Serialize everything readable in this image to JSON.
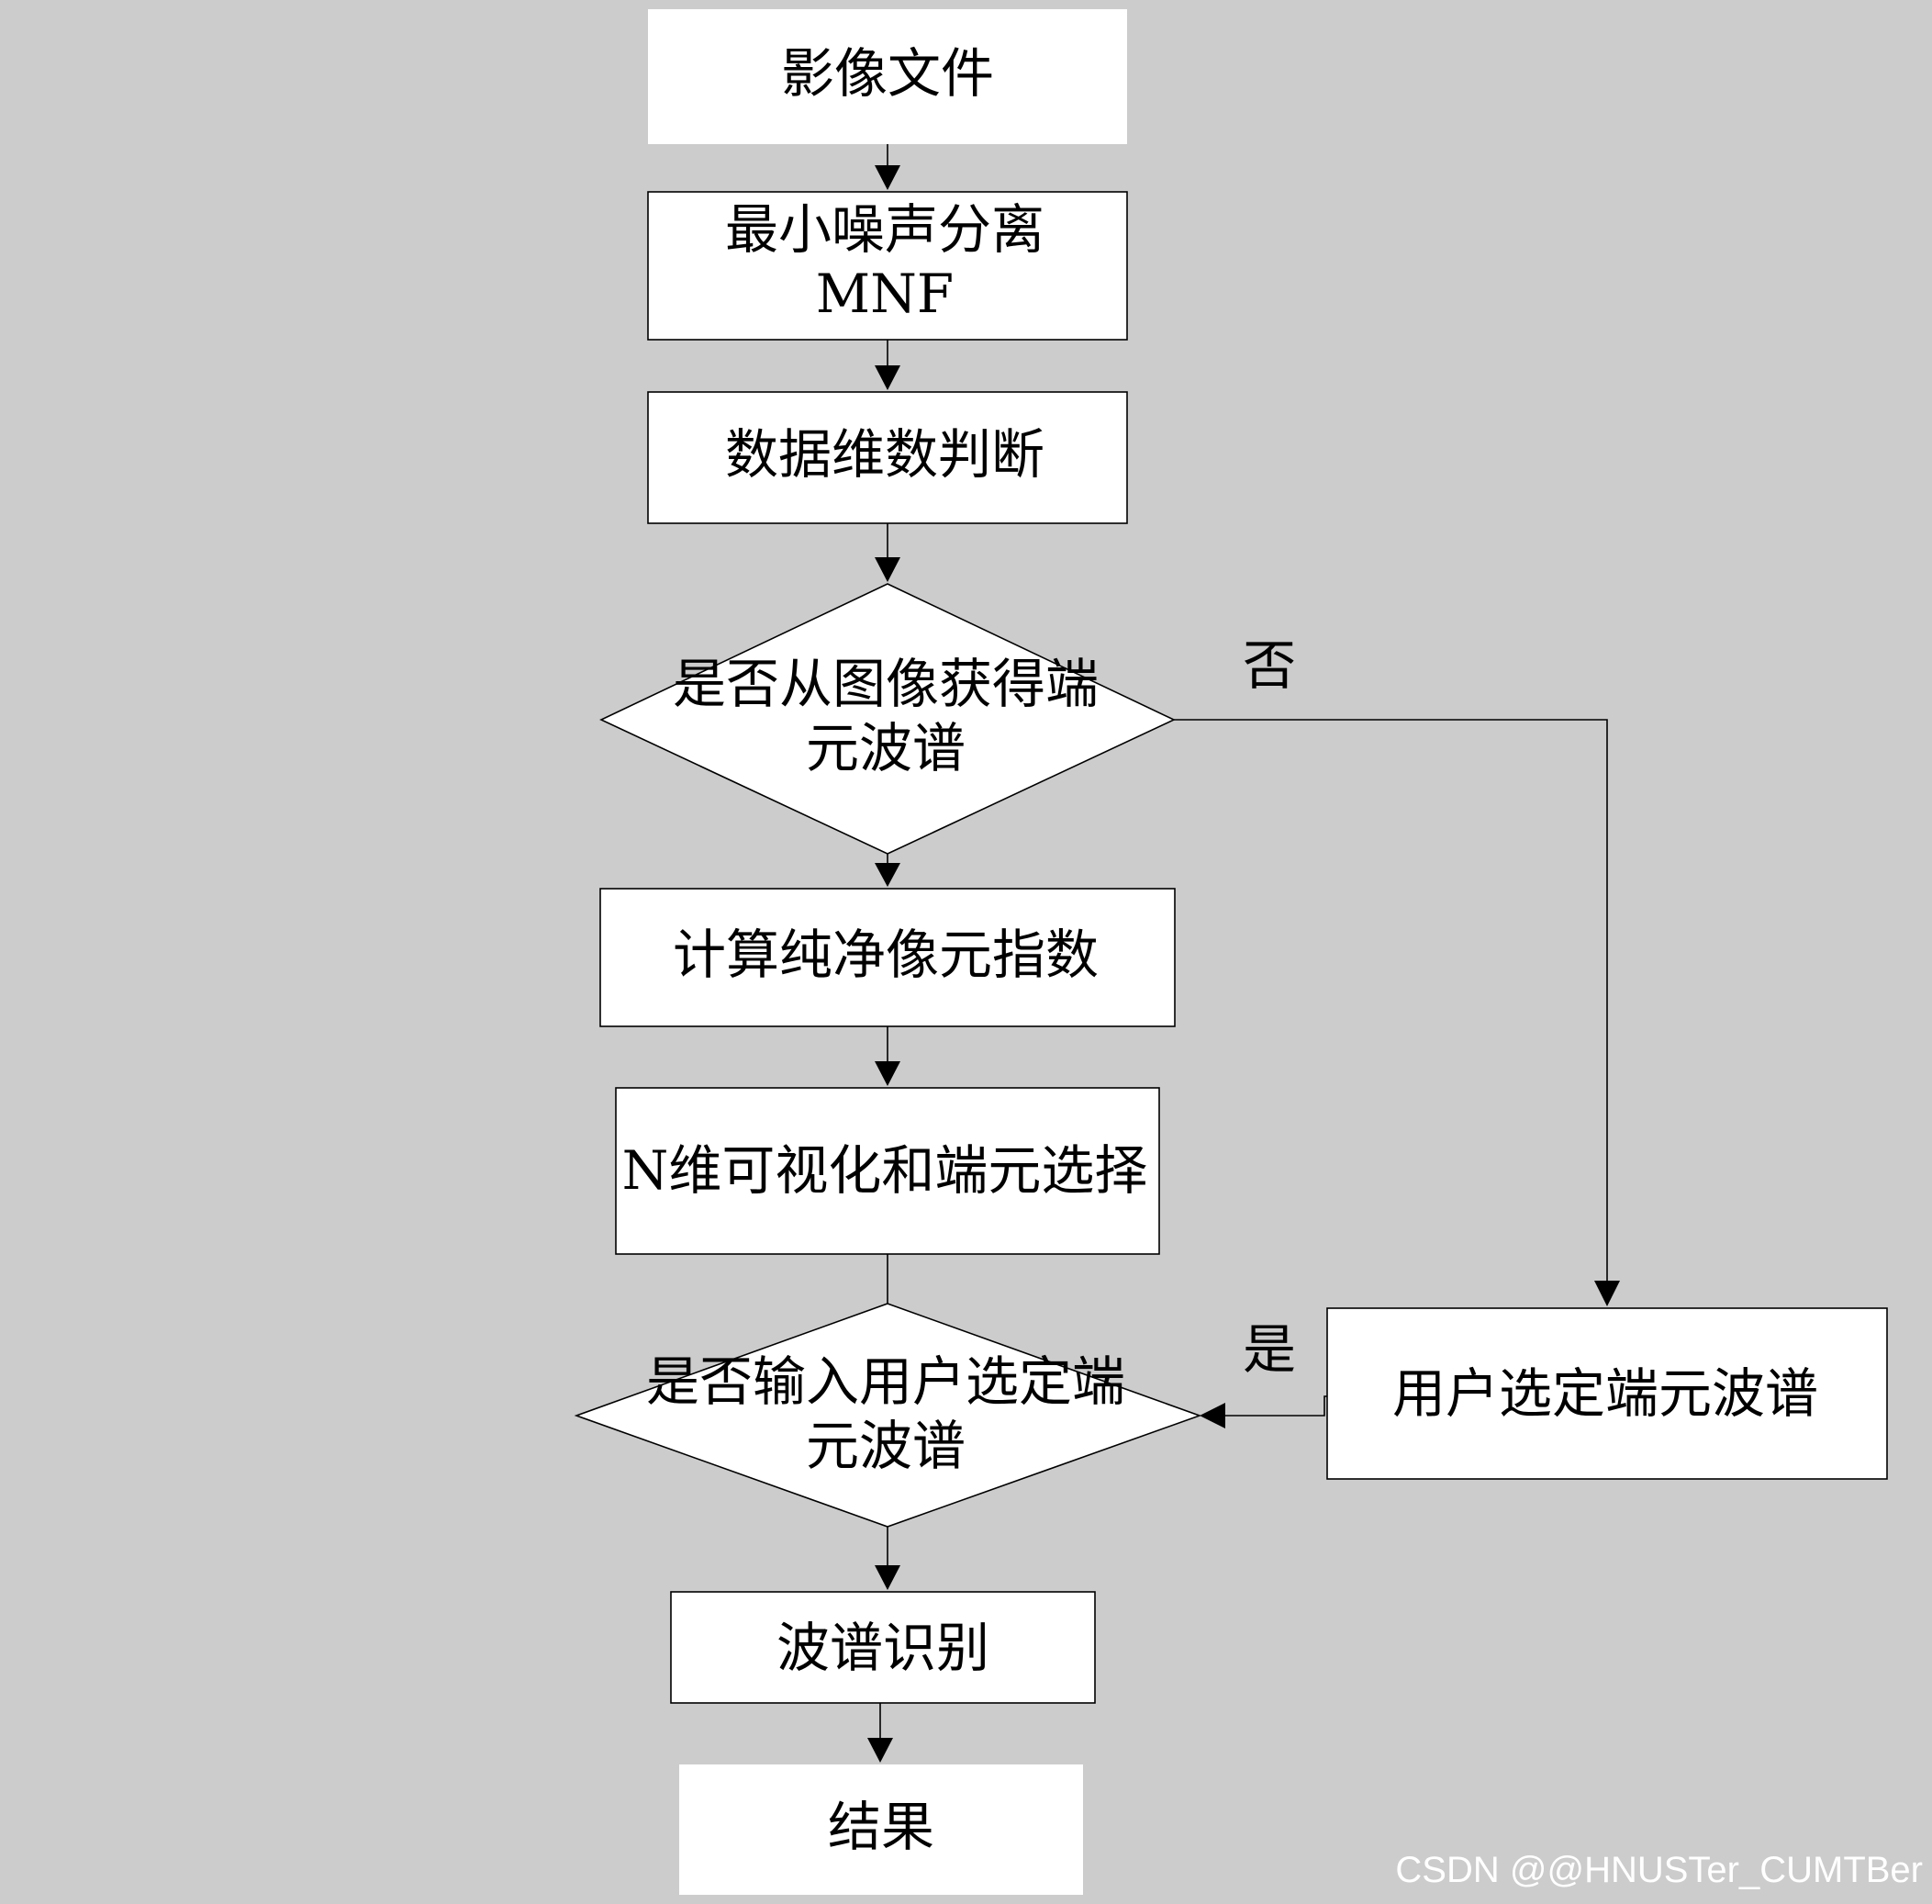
{
  "nodes": {
    "image_file": {
      "lines": [
        "影像文件"
      ]
    },
    "mnf": {
      "lines": [
        "最小噪声分离",
        "MNF"
      ]
    },
    "dim_judge": {
      "lines": [
        "数据维数判断"
      ]
    },
    "decision_from_image": {
      "lines": [
        "是否从图像获得端",
        "元波谱"
      ]
    },
    "ppi": {
      "lines": [
        "计算纯净像元指数"
      ]
    },
    "nd_visual": {
      "lines": [
        "N维可视化和端元选择"
      ]
    },
    "decision_user_input": {
      "lines": [
        "是否输入用户选定端",
        "元波谱"
      ]
    },
    "user_spectra": {
      "lines": [
        "用户选定端元波谱"
      ]
    },
    "spectral_id": {
      "lines": [
        "波谱识别"
      ]
    },
    "result": {
      "lines": [
        "结果"
      ]
    }
  },
  "edge_labels": {
    "no": "否",
    "yes": "是"
  },
  "watermark": "CSDN @@HNUSTer_CUMTBer"
}
